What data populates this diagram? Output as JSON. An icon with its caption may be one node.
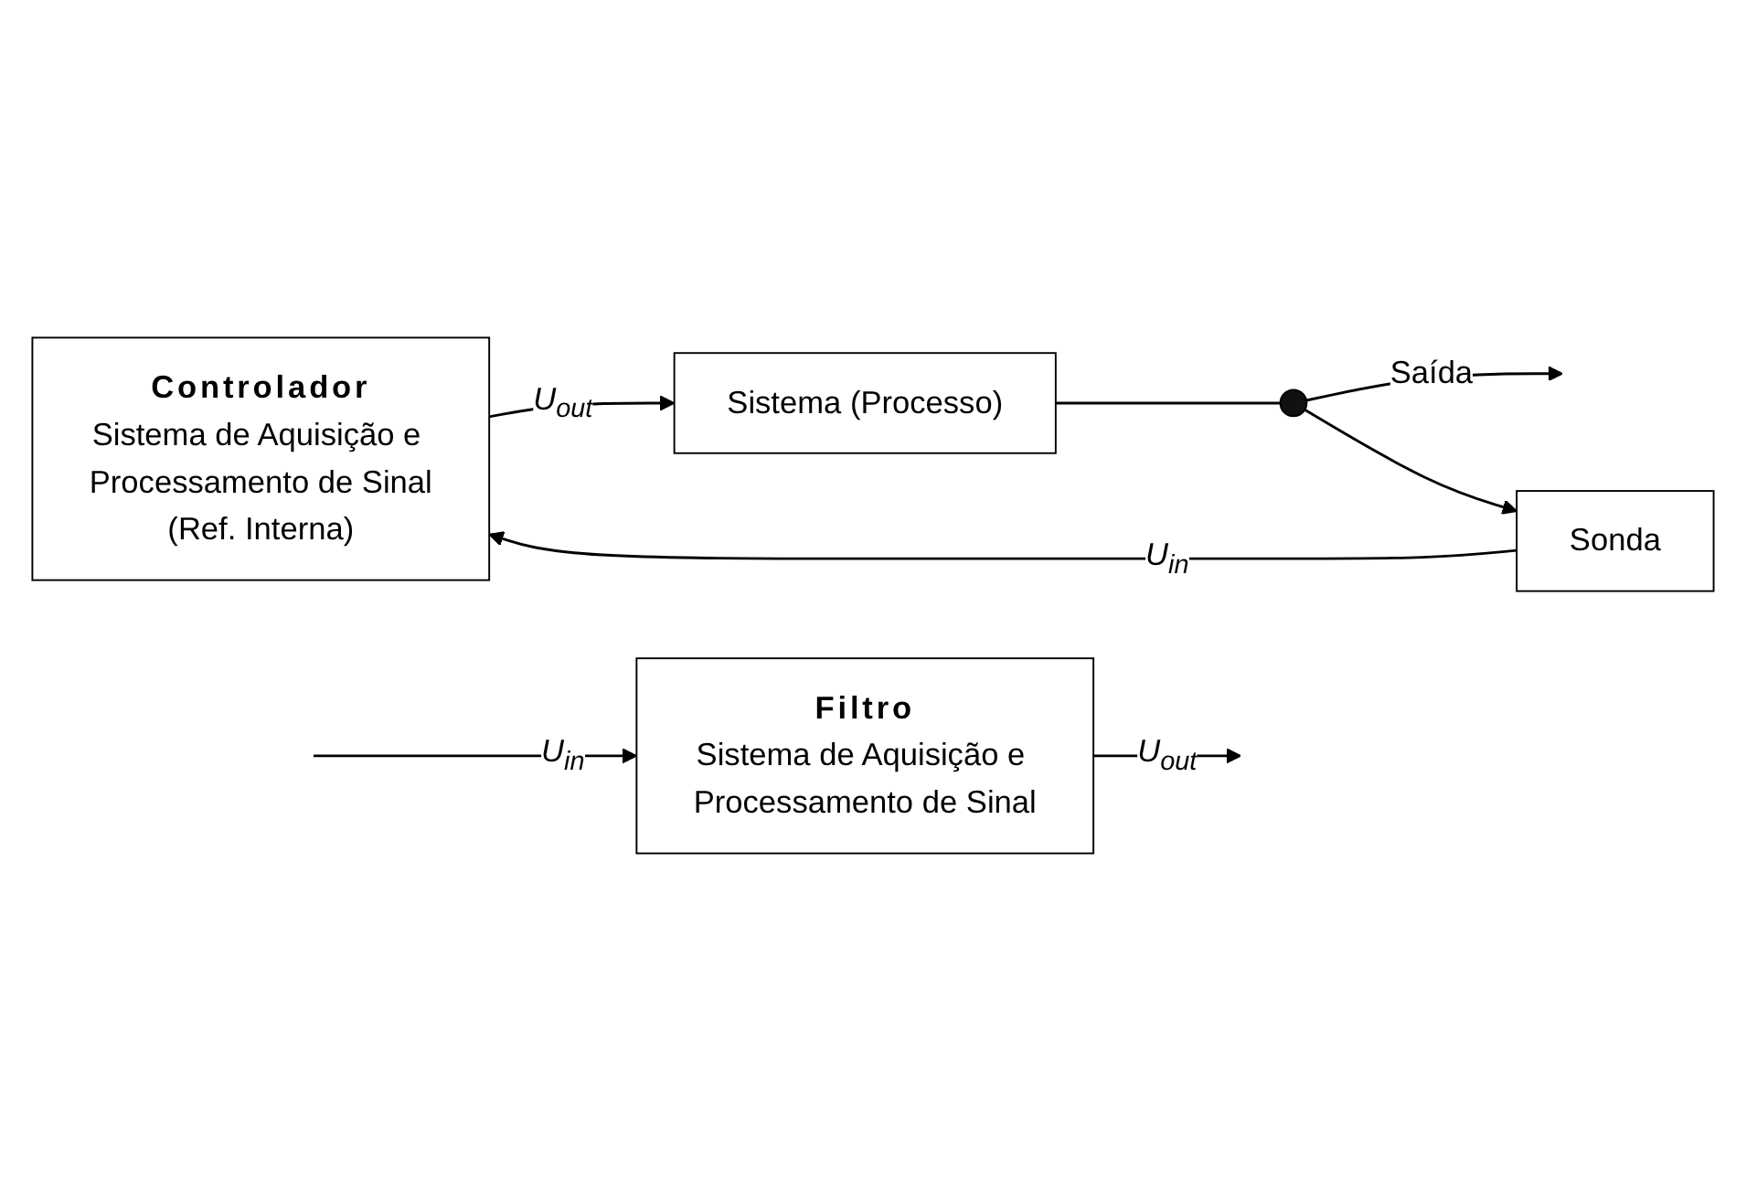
{
  "diagram": {
    "nodes": [
      {
        "text": [
          "Filtro",
          "Sistema de Aquisição e Processamento de Sinal"
        ]
      },
      {
        "text": [
          "Controlador",
          "Sistema de Aquisição e Processamento de Sinal",
          "(Ref. Interna)"
        ]
      },
      {
        "text": [
          "Sistema (Processo)"
        ]
      },
      {
        "text": [],
        "shape": "circle"
      },
      {
        "text": [
          "Sonda"
        ]
      }
    ],
    "edges": [
      {
        "from": null,
        "to": 0,
        "arrow": "to",
        "label": "U$_{in}$"
      },
      {
        "from": 0,
        "to": null,
        "arrow": "to",
        "label": "U$_{out}$"
      },
      {
        "from": 1,
        "to": 2,
        "arrow": "to",
        "label": "U$_{out}$"
      },
      {
        "from": 2,
        "to": 3,
        "arrow": "none"
      },
      {
        "from": 3,
        "to": null,
        "arrow": "to",
        "label": "Saída"
      },
      {
        "from": 3,
        "to": 4,
        "arrow": "to"
      },
      {
        "from": 4,
        "to": 1,
        "arrow": "to",
        "label": "U$_{in}$"
      }
    ]
  }
}
